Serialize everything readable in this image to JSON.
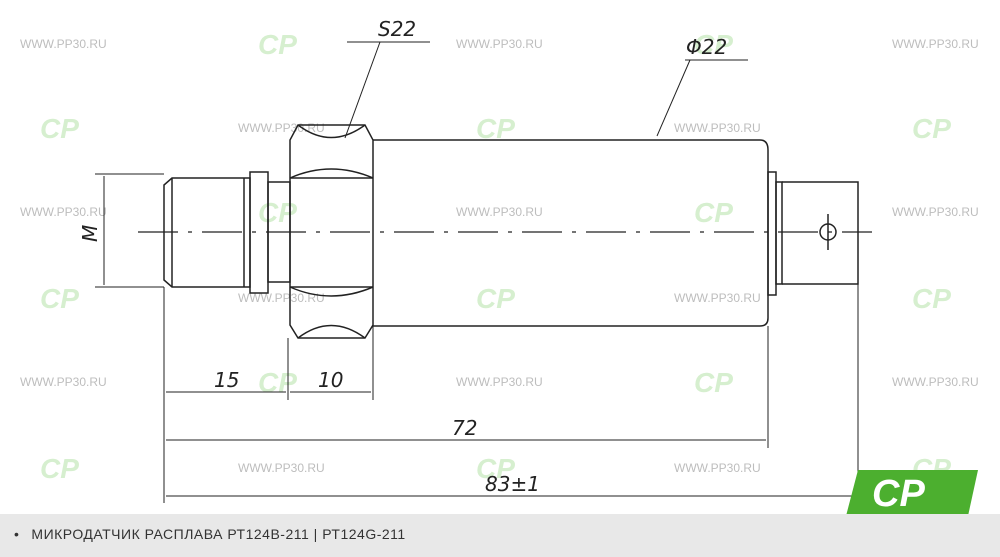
{
  "watermark": {
    "site": "WWW.PP30.RU",
    "logo": "CP"
  },
  "dimensions": {
    "hex_size": "S22",
    "body_diameter": "Φ22",
    "thread": "M",
    "thread_length": "15",
    "hex_length": "10",
    "sensor_length": "72",
    "total_length": "83±1"
  },
  "brand_logo": "CP",
  "caption": {
    "bullet": "•",
    "text": "МИКРОДАТЧИК РАСПЛАВА РТ124В-211 | РТ124G-211"
  }
}
